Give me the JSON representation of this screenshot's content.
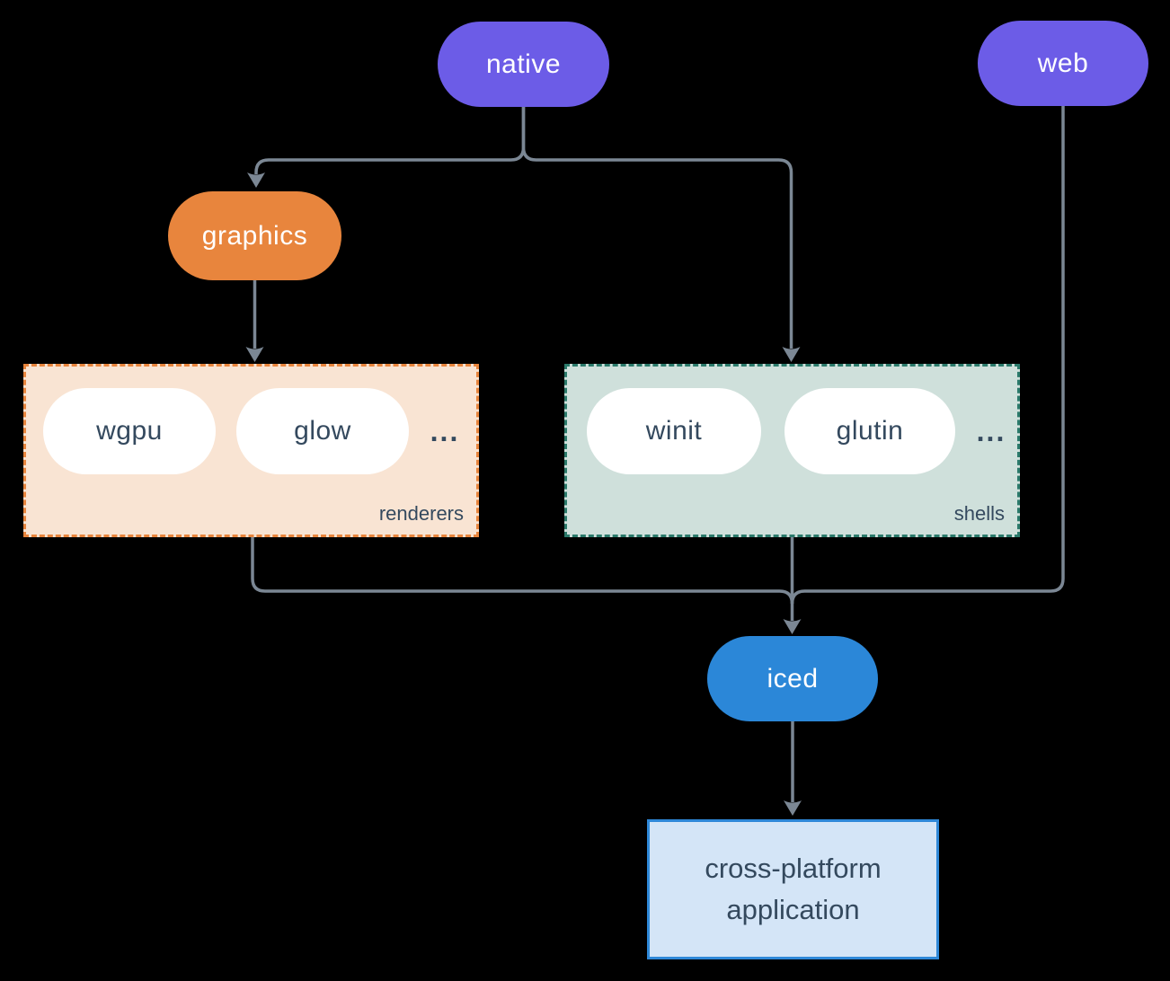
{
  "diagram": {
    "nodes": {
      "native": "native",
      "web": "web",
      "graphics": "graphics",
      "iced": "iced",
      "application": "cross-platform application"
    },
    "renderers": {
      "label": "renderers",
      "pills": [
        "wgpu",
        "glow"
      ],
      "more": "..."
    },
    "shells": {
      "label": "shells",
      "pills": [
        "winit",
        "glutin"
      ],
      "more": "..."
    }
  },
  "colors": {
    "background": "#000000",
    "purple": "#6C5CE7",
    "orange": "#E8853D",
    "blue": "#2B87D8",
    "white": "#FFFFFF",
    "dark_text": "#34495E",
    "line": "#7B8794",
    "renderers_fill": "#F9E4D3",
    "renderers_border": "#E8853D",
    "shells_fill": "#CFE0DB",
    "shells_border": "#2B7A6B",
    "app_fill": "#D4E5F7",
    "app_border": "#2F88D8"
  }
}
